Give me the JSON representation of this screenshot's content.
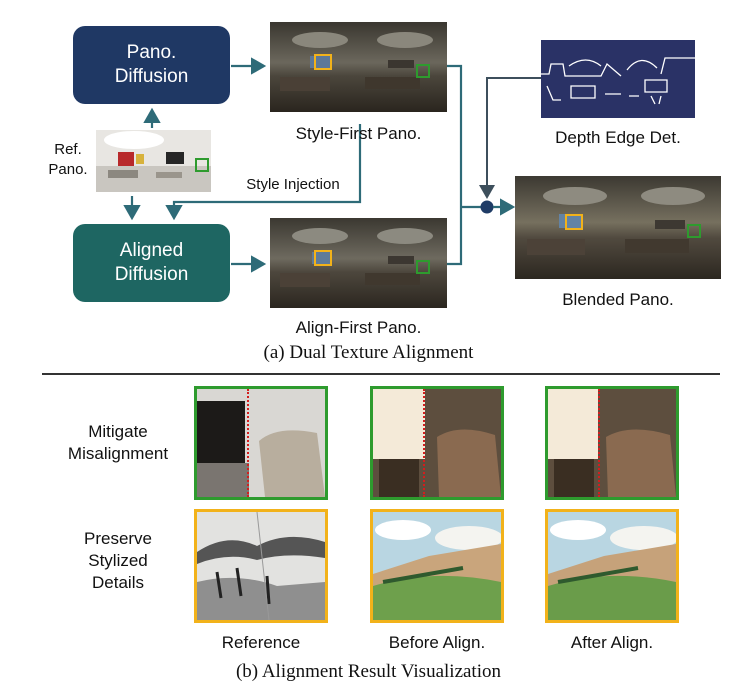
{
  "panel_a": {
    "pano_diffusion": [
      "Pano.",
      "Diffusion"
    ],
    "aligned_diffusion": [
      "Aligned",
      "Diffusion"
    ],
    "ref_pano": [
      "Ref.",
      "Pano."
    ],
    "style_first": "Style-First Pano.",
    "align_first": "Align-First Pano.",
    "style_injection": "Style Injection",
    "depth_edge": "Depth Edge Det.",
    "blended": "Blended Pano.",
    "caption": "(a) Dual Texture Alignment"
  },
  "panel_b": {
    "row1": [
      "Mitigate",
      "Misalignment"
    ],
    "row2": [
      "Preserve",
      "Stylized",
      "Details"
    ],
    "columns": [
      "Reference",
      "Before Align.",
      "After Align."
    ],
    "caption": "(b) Alignment Result Visualization"
  },
  "colors": {
    "navy": "#1f3864",
    "teal": "#1e6662",
    "arrow": "#2e6b78",
    "green": "#2e9b2e",
    "yellow": "#f2b21a",
    "red_dash": "#d21e1e"
  }
}
